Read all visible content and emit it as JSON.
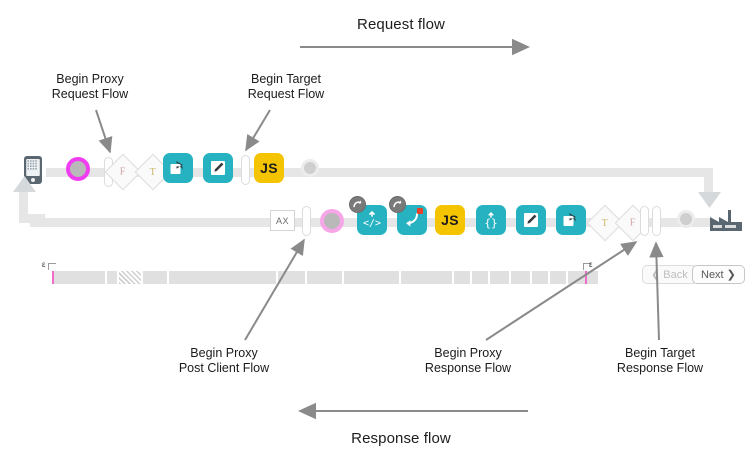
{
  "diagram": {
    "title_request": "Request flow",
    "title_response": "Response flow",
    "callouts": [
      {
        "id": "begin-proxy-request",
        "line1": "Begin Proxy",
        "line2": "Request Flow"
      },
      {
        "id": "begin-target-request",
        "line1": "Begin Target",
        "line2": "Request Flow"
      },
      {
        "id": "begin-proxy-post-client",
        "line1": "Begin Proxy",
        "line2": "Post Client Flow"
      },
      {
        "id": "begin-proxy-response",
        "line1": "Begin Proxy",
        "line2": "Response Flow"
      },
      {
        "id": "begin-target-response",
        "line1": "Begin Target",
        "line2": "Response Flow"
      }
    ],
    "endpoints": {
      "client_icon": "mobile-phone-icon",
      "server_icon": "factory-icon"
    },
    "request_row": {
      "nodes": [
        {
          "type": "dot",
          "name": "request-start-dot",
          "label": ""
        },
        {
          "type": "pill",
          "name": "flow-separator",
          "label": ""
        },
        {
          "type": "diamond",
          "name": "condition-false",
          "label": "F"
        },
        {
          "type": "diamond",
          "name": "condition-true",
          "label": "T"
        },
        {
          "type": "policy",
          "name": "route-policy",
          "label": "",
          "icon": "share-arrow-icon",
          "color": "#26b2c0"
        },
        {
          "type": "policy",
          "name": "assign-message-policy",
          "label": "",
          "icon": "pencil-icon",
          "color": "#26b2c0"
        },
        {
          "type": "pill",
          "name": "flow-separator",
          "label": ""
        },
        {
          "type": "policy",
          "name": "javascript-policy",
          "label": "JS",
          "icon": "js-text",
          "color": "#f5c400"
        },
        {
          "type": "dot",
          "name": "request-end-dot",
          "label": ""
        }
      ]
    },
    "response_row": {
      "nodes": [
        {
          "type": "axbox",
          "name": "ax-node",
          "label": "AX"
        },
        {
          "type": "pill",
          "name": "flow-separator",
          "label": ""
        },
        {
          "type": "dot",
          "name": "response-start-dot",
          "label": ""
        },
        {
          "type": "policy",
          "name": "xml-policy",
          "label": "",
          "icon": "code-tag-icon",
          "color": "#26b2c0",
          "badge": "up-arrow-badge"
        },
        {
          "type": "policy",
          "name": "raise-fault-policy",
          "label": "",
          "icon": "return-arrow-icon",
          "color": "#26b2c0",
          "badge": "up-arrow-badge",
          "flag": "red-dot"
        },
        {
          "type": "policy",
          "name": "javascript-policy",
          "label": "JS",
          "icon": "js-text",
          "color": "#f5c400"
        },
        {
          "type": "policy",
          "name": "json-policy",
          "label": "",
          "icon": "braces-icon",
          "color": "#26b2c0"
        },
        {
          "type": "policy",
          "name": "assign-message-policy",
          "label": "",
          "icon": "pencil-icon",
          "color": "#26b2c0"
        },
        {
          "type": "policy",
          "name": "route-policy",
          "label": "",
          "icon": "share-arrow-icon",
          "color": "#26b2c0"
        },
        {
          "type": "diamond",
          "name": "condition-true",
          "label": "T"
        },
        {
          "type": "diamond",
          "name": "condition-false",
          "label": "F"
        },
        {
          "type": "pill",
          "name": "flow-separator",
          "label": ""
        },
        {
          "type": "pill",
          "name": "flow-separator",
          "label": ""
        },
        {
          "type": "dot",
          "name": "response-end-dot",
          "label": ""
        }
      ]
    }
  },
  "timeline": {
    "tick_left_label": "ε",
    "tick_right_label": "ε",
    "back_label": "❮ Back",
    "next_label": "Next ❯"
  },
  "colors": {
    "policy_teal": "#26b2c0",
    "policy_yellow": "#f5c400",
    "marker_magenta": "#f13df1",
    "rail_grey": "#e6e6e6",
    "arrow_grey": "#8a8a8a"
  }
}
